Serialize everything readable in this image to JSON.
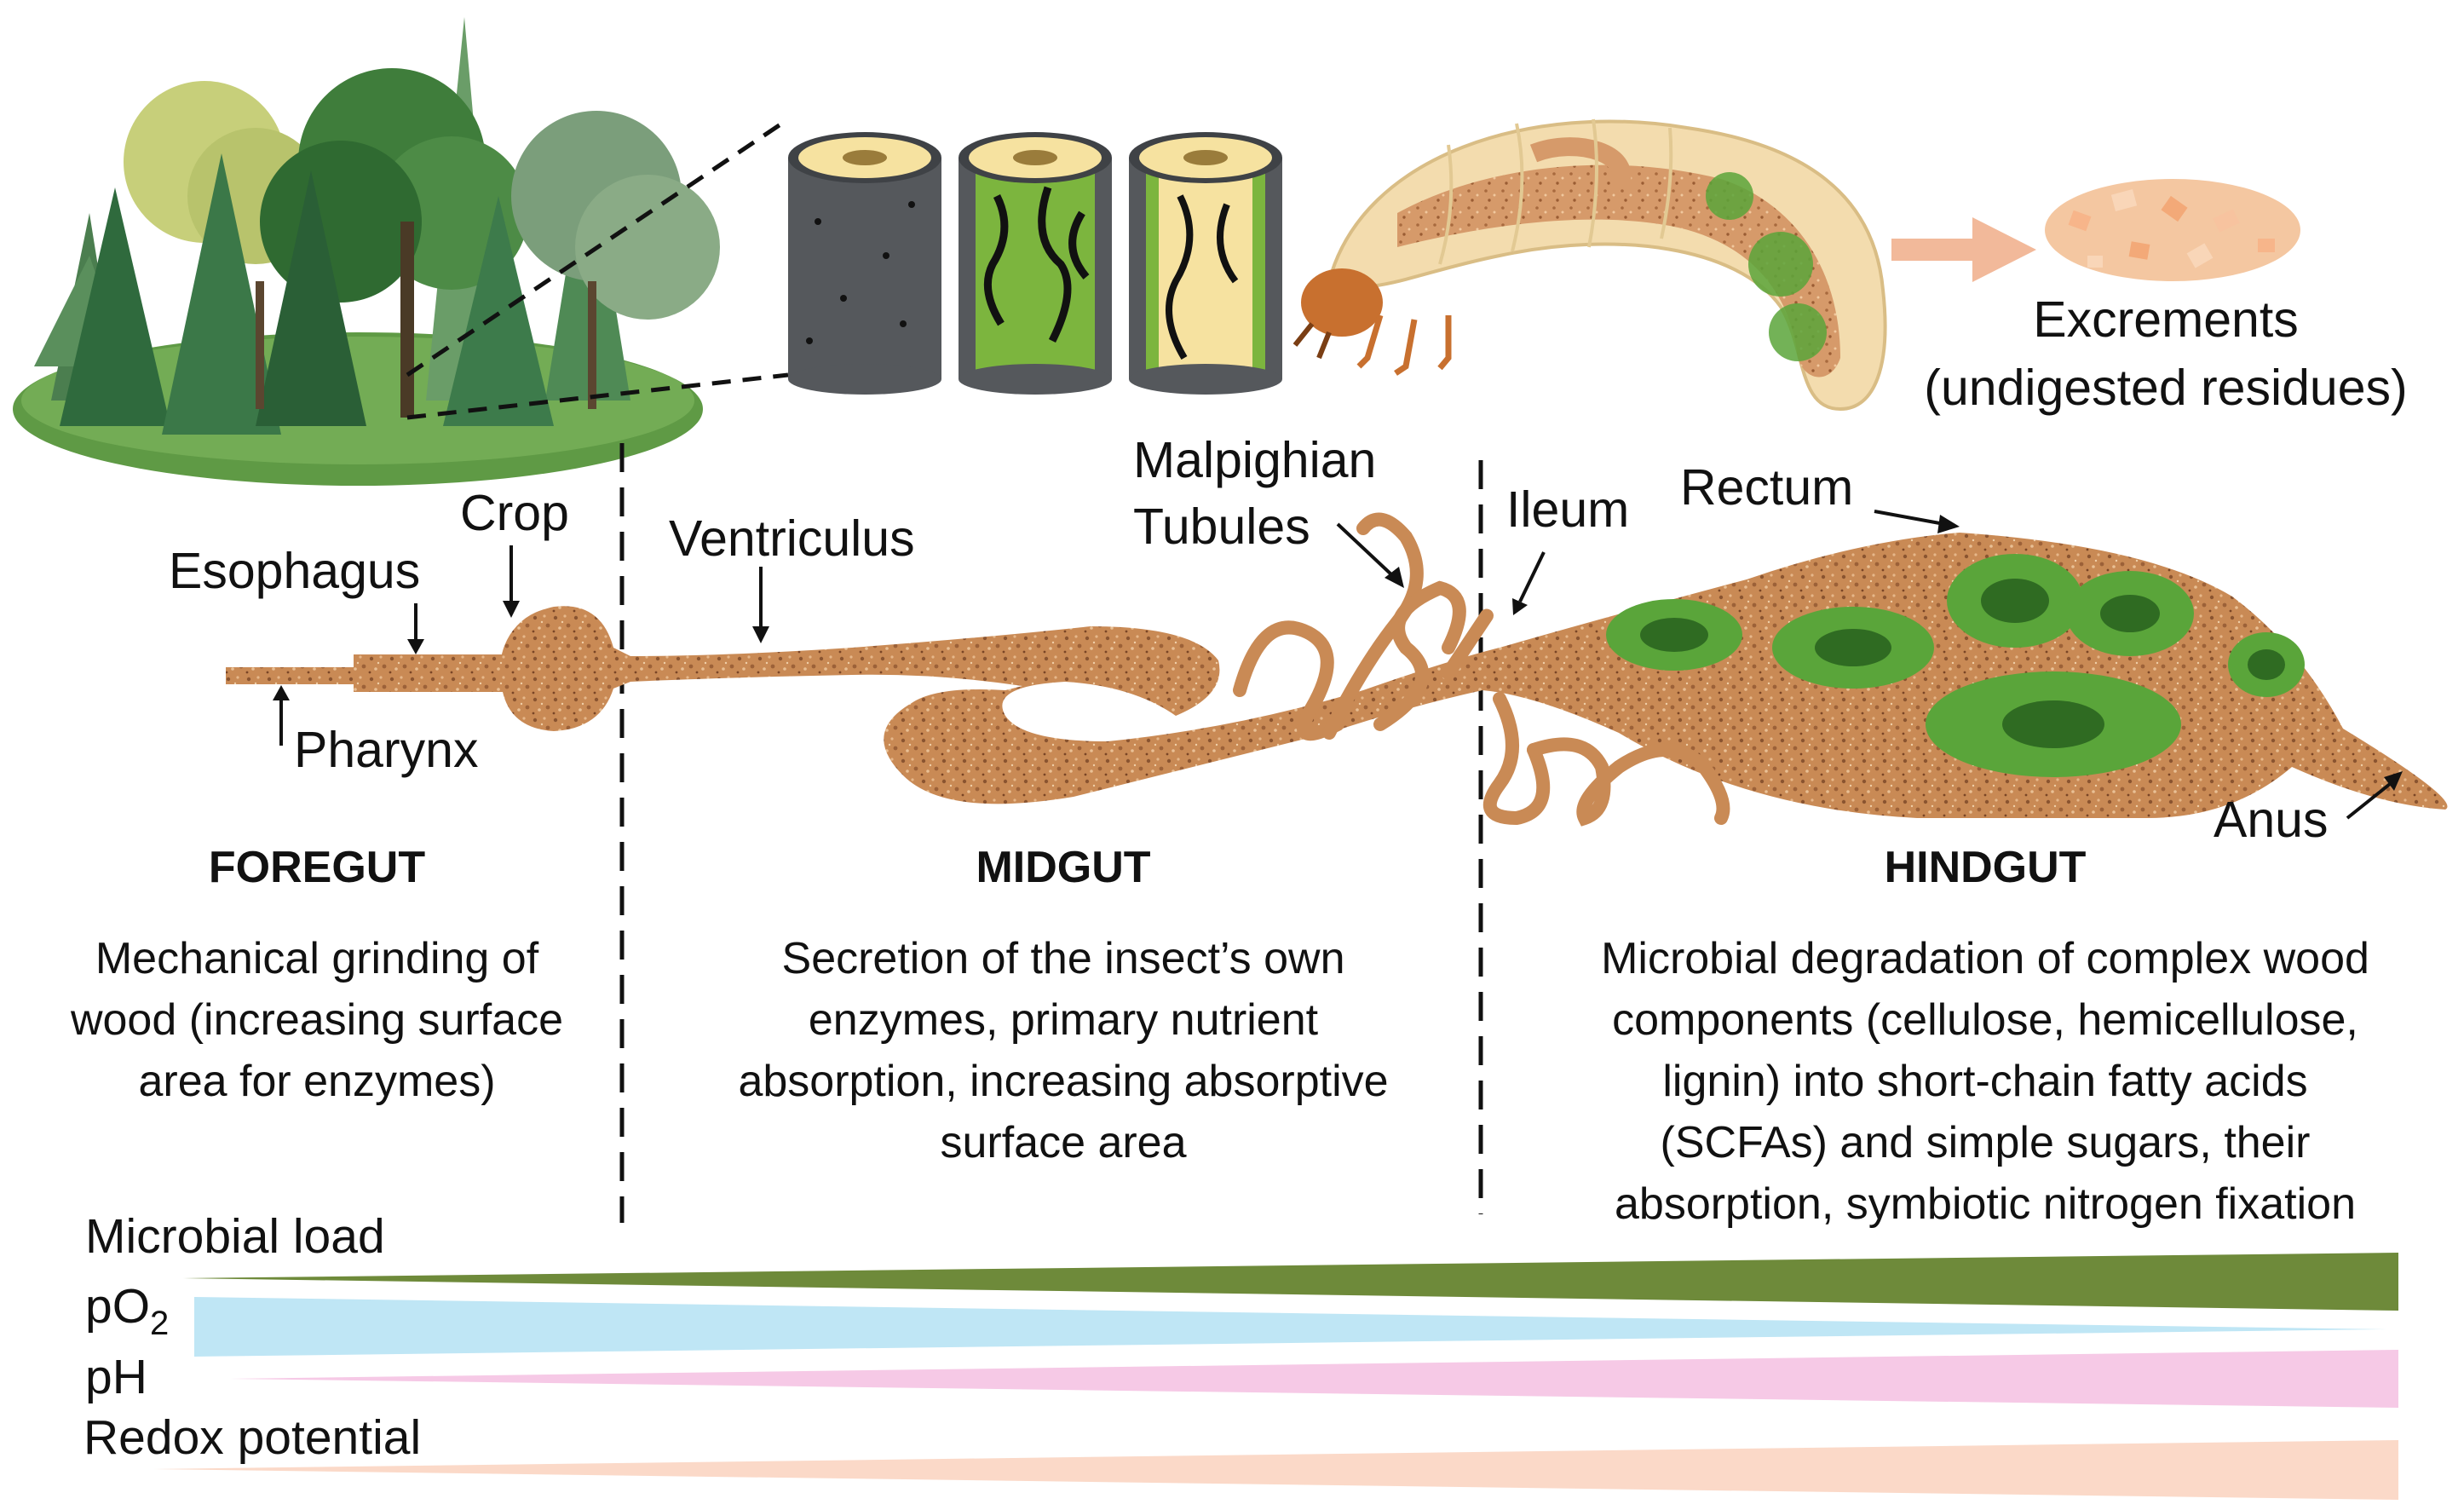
{
  "colors": {
    "gut": "#c98a55",
    "gut_speckle": "#8a5430",
    "microbe": "#5aa53a",
    "microbe_dark": "#2f6b22",
    "microbial_load": "#6e8a3a",
    "po2": "#bfe6f5",
    "ph": "#f6c9e6",
    "redox": "#fbd9c8",
    "larva": "#f3dcae",
    "head_capsule": "#c8702f",
    "wood_bark": "#55585c",
    "wood_core": "#f6e2a0",
    "wood_green": "#7cb53e"
  },
  "labels": {
    "excrements": "Excrements",
    "excrements_sub": "(undigested residues)",
    "malpighian_1": "Malpighian",
    "malpighian_2": "Tubules",
    "ileum": "Ileum",
    "rectum": "Rectum",
    "crop": "Crop",
    "esophagus": "Esophagus",
    "ventriculus": "Ventriculus",
    "pharynx": "Pharynx",
    "anus": "Anus"
  },
  "sections": {
    "foregut": {
      "title": "FOREGUT",
      "lines": [
        "Mechanical grinding of",
        "wood (increasing surface",
        "area for enzymes)"
      ]
    },
    "midgut": {
      "title": "MIDGUT",
      "lines": [
        "Secretion of the insect’s own",
        "enzymes, primary nutrient",
        "absorption, increasing absorptive",
        "surface area"
      ]
    },
    "hindgut": {
      "title": "HINDGUT",
      "lines": [
        "Microbial degradation of complex wood",
        "components (cellulose, hemicellulose,",
        "lignin) into short-chain fatty acids",
        "(SCFAs) and simple sugars, their",
        "absorption, symbiotic nitrogen fixation"
      ]
    }
  },
  "gradients": {
    "microbial_load": {
      "label": "Microbial load",
      "direction": "increasing"
    },
    "po2": {
      "label": "pO",
      "sub": "2",
      "direction": "decreasing"
    },
    "ph": {
      "label": "pH",
      "direction": "increasing"
    },
    "redox": {
      "label": "Redox potential",
      "direction": "increasing"
    }
  },
  "icons": [
    "forest-icon",
    "wood-cylinder-icon",
    "larva-icon",
    "frass-icon",
    "arrow-right-icon"
  ]
}
